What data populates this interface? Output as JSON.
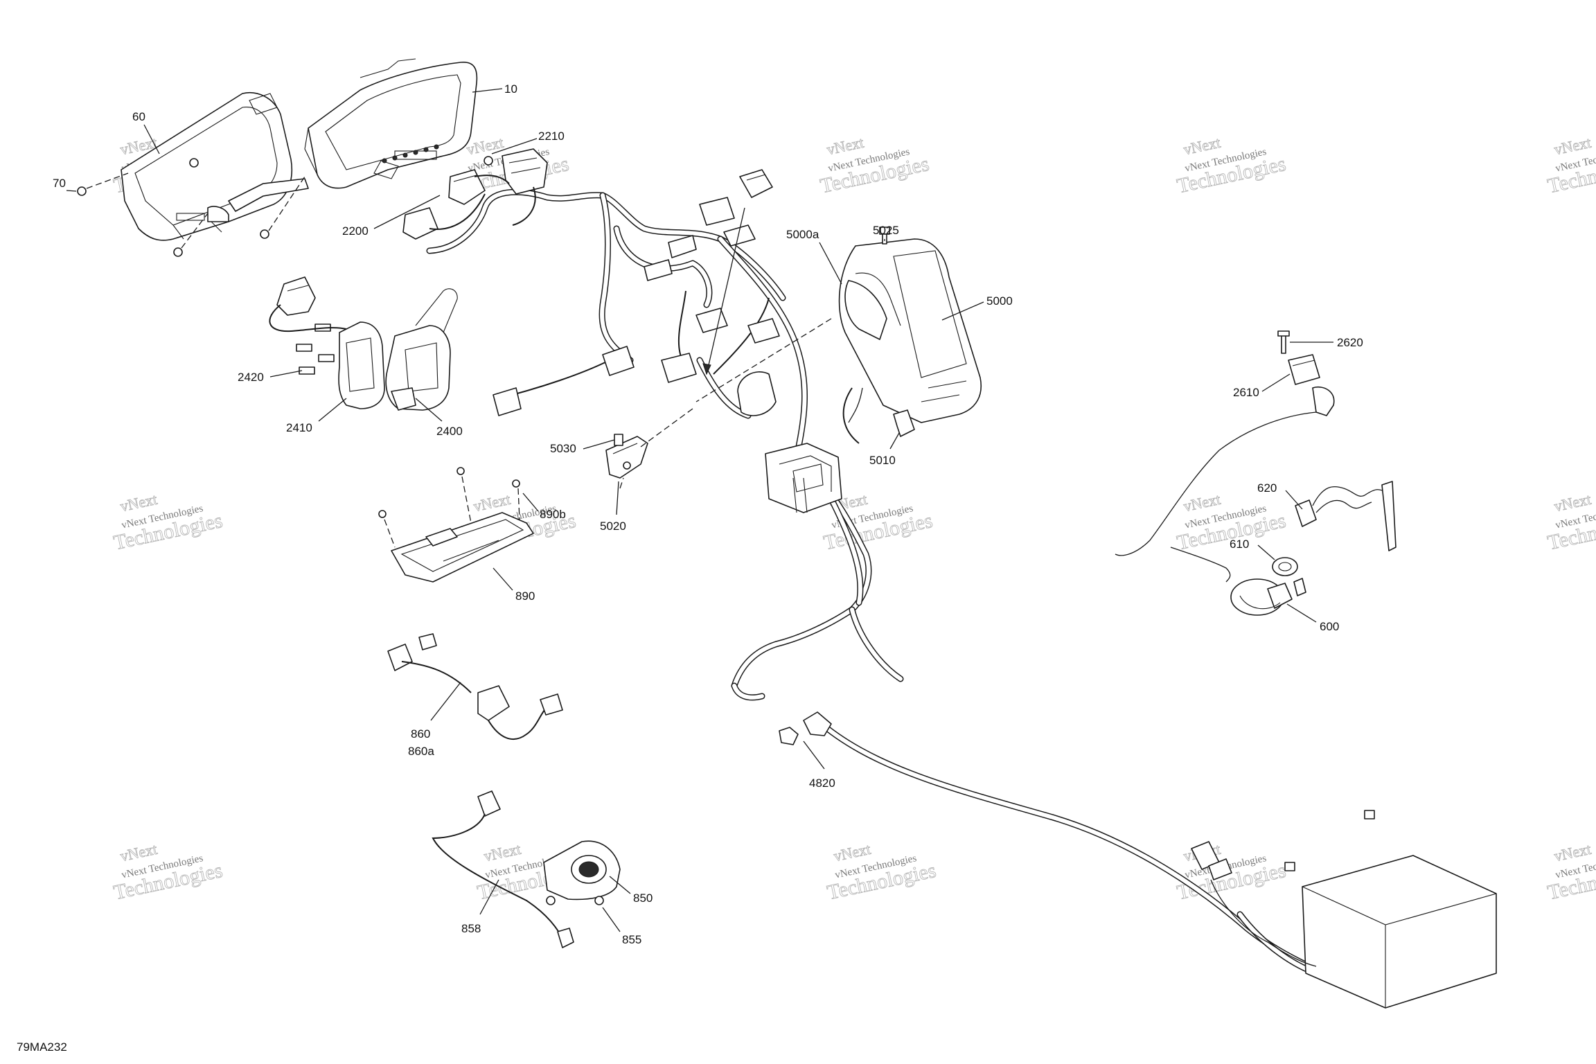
{
  "figure_code": "79MA232",
  "watermark": {
    "line1": "vNext Technologies",
    "line2": "Technologies",
    "line3": "vNext"
  },
  "callouts": {
    "c60": "60",
    "c70": "70",
    "c10": "10",
    "c2210": "2210",
    "c2200": "2200",
    "c5025": "5025",
    "c5000a": "5000a",
    "c5000": "5000",
    "c2620": "2620",
    "c2610": "2610",
    "c2420": "2420",
    "c2410": "2410",
    "c2400": "2400",
    "c5030": "5030",
    "c5010": "5010",
    "c5020": "5020",
    "c890b": "890b",
    "c890": "890",
    "c620": "620",
    "c610": "610",
    "c600": "600",
    "c860": "860",
    "c860a": "860a",
    "c4820": "4820",
    "c850": "850",
    "c858": "858",
    "c855": "855"
  },
  "colors": {
    "line": "#1a1a1a",
    "background": "#ffffff",
    "watermark": "#b8b8b8"
  }
}
